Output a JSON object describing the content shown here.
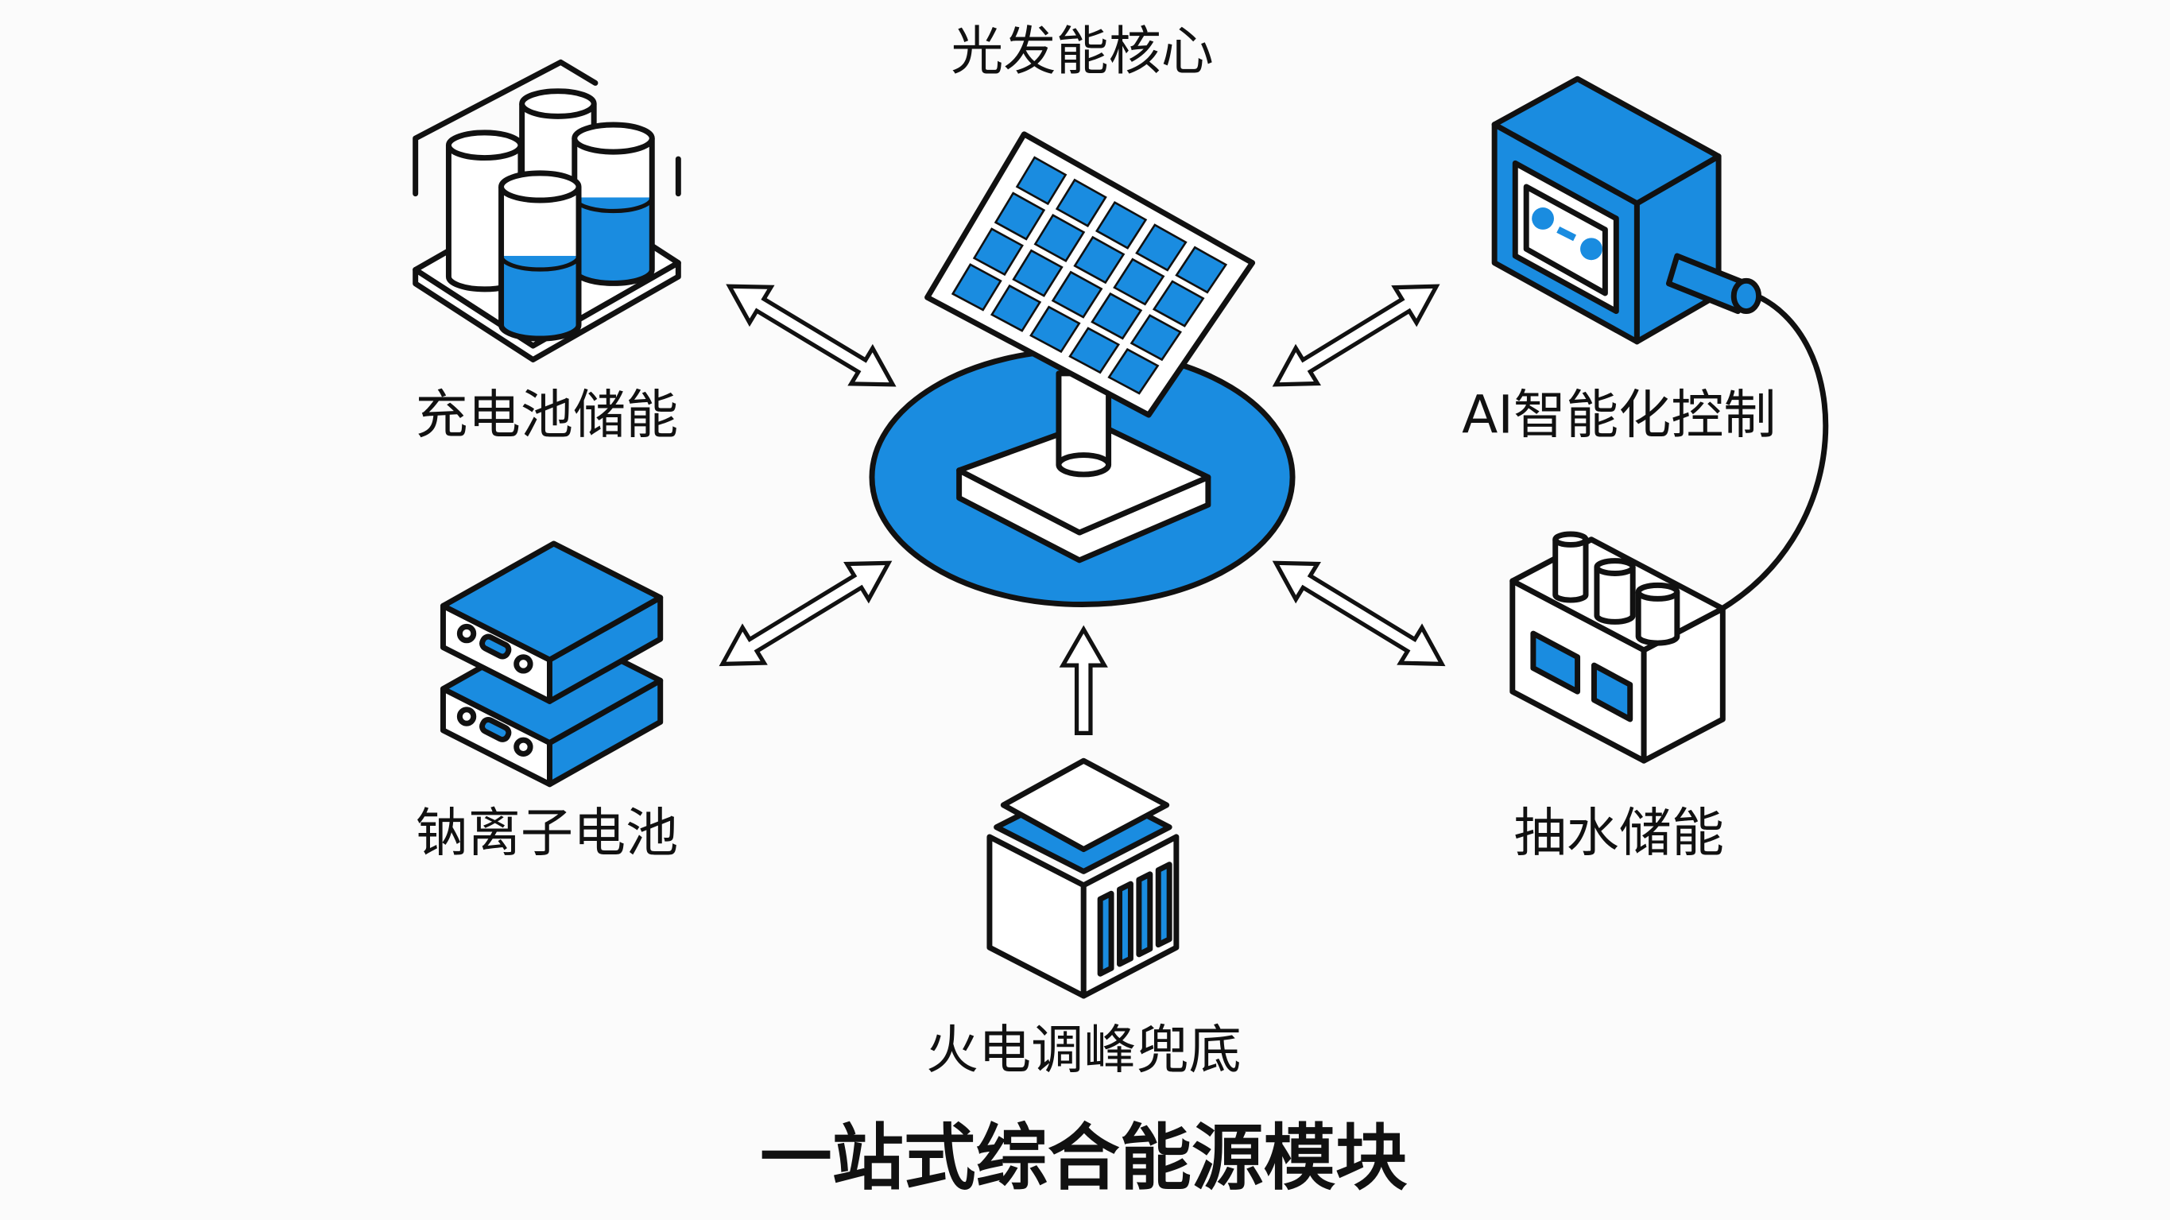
{
  "colors": {
    "accent": "#1a8ce0",
    "line": "#111111",
    "background": "#fbfbfb"
  },
  "core": {
    "label": "光发能核心",
    "icon": "solar-panel-icon"
  },
  "modules": {
    "battery_storage": {
      "label": "充电池储能",
      "icon": "battery-cylinders-icon"
    },
    "sodium_ion": {
      "label": "钠离子电池",
      "icon": "battery-pack-icon"
    },
    "thermal": {
      "label": "火电调峰兜底",
      "icon": "power-plant-icon"
    },
    "ai_control": {
      "label": "AI智能化控制",
      "icon": "control-box-icon"
    },
    "pumped_hydro": {
      "label": "抽水储能",
      "icon": "pumped-storage-icon"
    }
  },
  "title": "一站式综合能源模块"
}
